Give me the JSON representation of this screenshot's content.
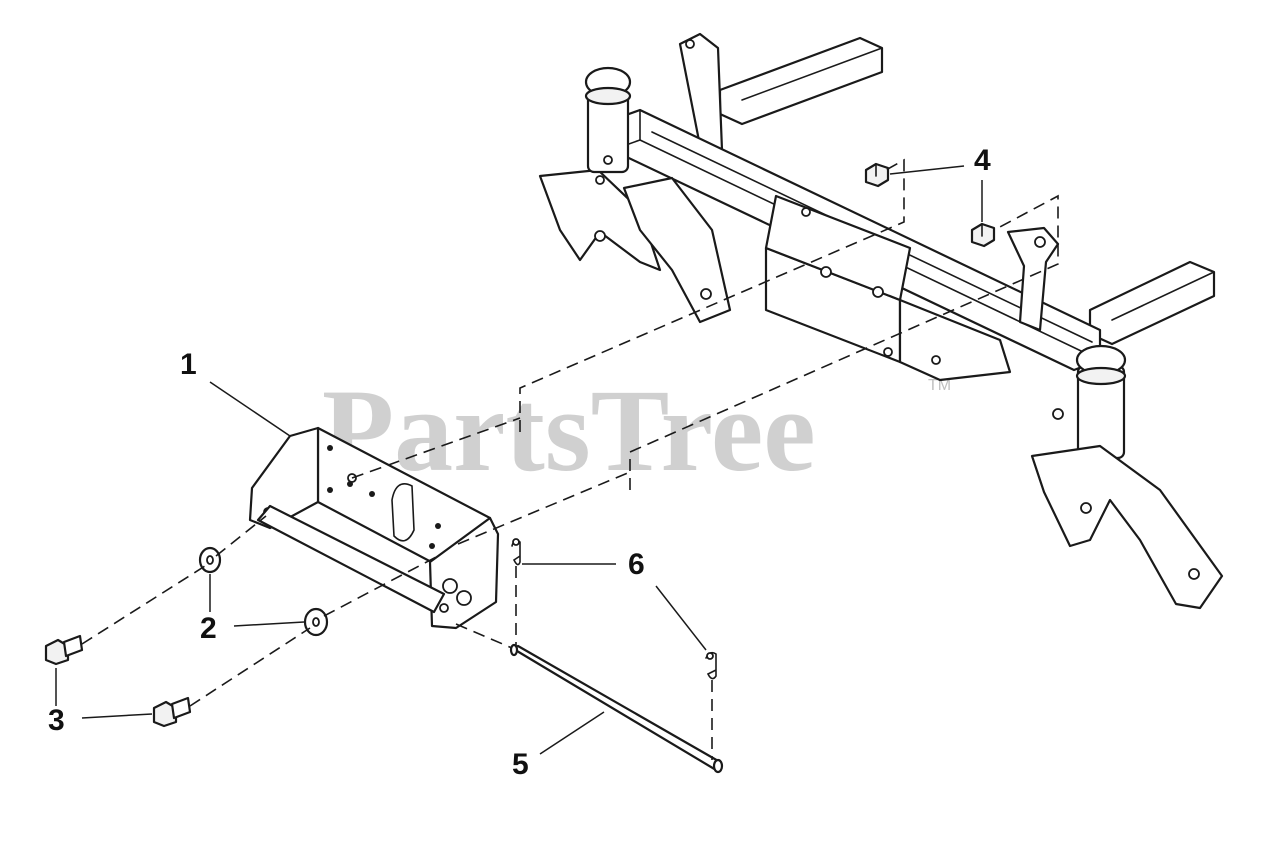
{
  "watermark": {
    "text": "PartsTree",
    "trademark": "TM"
  },
  "callouts": {
    "c1": "1",
    "c2": "2",
    "c3": "3",
    "c4": "4",
    "c5": "5",
    "c6": "6"
  }
}
